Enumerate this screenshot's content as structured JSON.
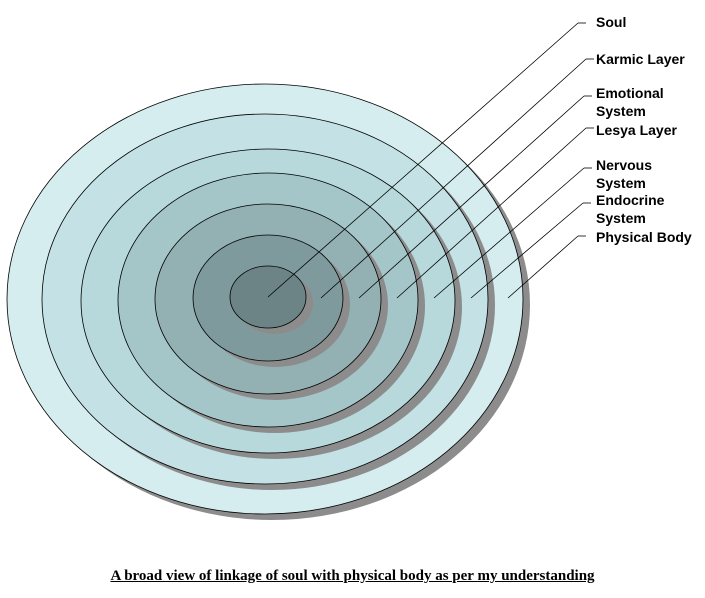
{
  "diagram": {
    "layers": [
      {
        "label_lines": [
          "Soul"
        ],
        "fill": "#6d8487"
      },
      {
        "label_lines": [
          "Karmic Layer"
        ],
        "fill": "#7f9a9c"
      },
      {
        "label_lines": [
          "Emotional",
          "System"
        ],
        "fill": "#93b0b3"
      },
      {
        "label_lines": [
          "Lesya Layer"
        ],
        "fill": "#a5c6c9"
      },
      {
        "label_lines": [
          "Nervous",
          "System"
        ],
        "fill": "#b7d9dc"
      },
      {
        "label_lines": [
          "Endocrine",
          "System"
        ],
        "fill": "#c4e2e5"
      },
      {
        "label_lines": [
          "Physical Body"
        ],
        "fill": "#d6edef"
      }
    ],
    "colors": {
      "ring_stroke": "#000000",
      "shadow": "#8c8c8c",
      "leader_line": "#000000"
    }
  },
  "caption": "A  broad view of linkage of soul with physical body as per my understanding"
}
